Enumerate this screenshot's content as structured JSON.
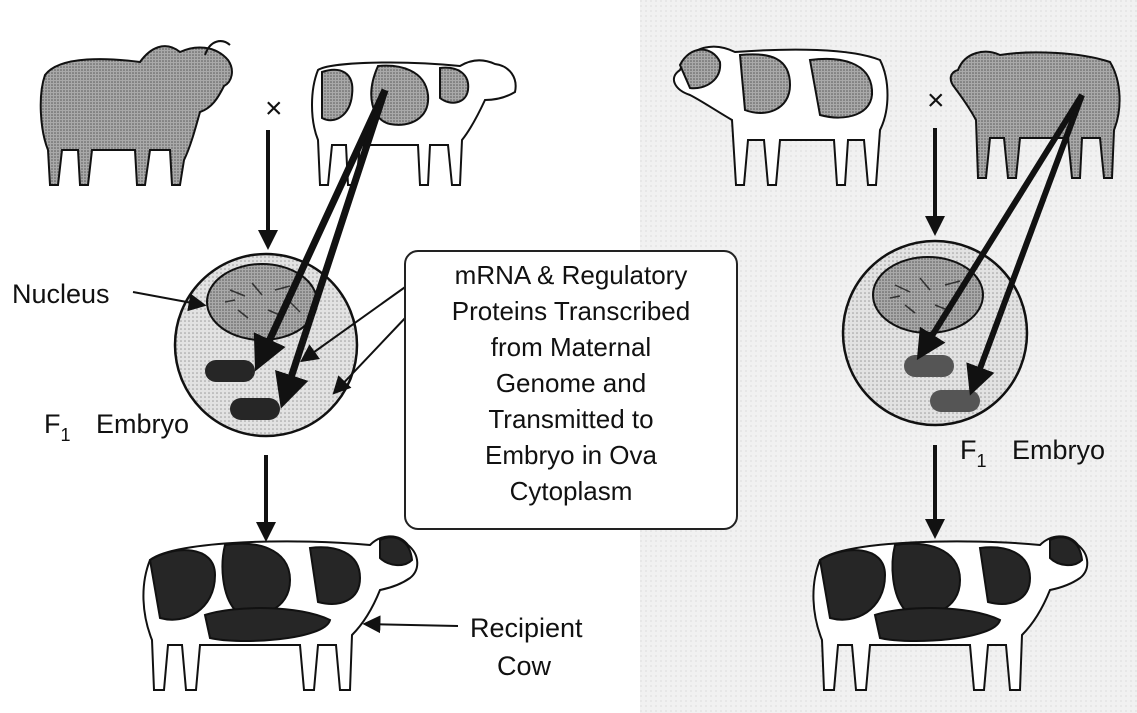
{
  "labels": {
    "cross_left": "×",
    "cross_right": "×",
    "nucleus": "Nucleus",
    "embryo_left_f": "F",
    "embryo_left_sub": "1",
    "embryo_left_text": "Embryo",
    "embryo_right_f": "F",
    "embryo_right_sub": "1",
    "embryo_right_text": "Embryo",
    "recipient_line1": "Recipient",
    "recipient_line2": "Cow"
  },
  "center_box": {
    "lines": [
      "mRNA & Regulatory",
      "Proteins  Transcribed",
      "from  Maternal",
      "Genome and",
      "Transmitted  to",
      "Embryo in Ova",
      "Cytoplasm"
    ]
  },
  "colors": {
    "ink": "#111111",
    "gray_fill": "#9a9a9a",
    "light_fill": "#d6d6d6",
    "dark_patch": "#262626",
    "right_background": "#ececec"
  }
}
